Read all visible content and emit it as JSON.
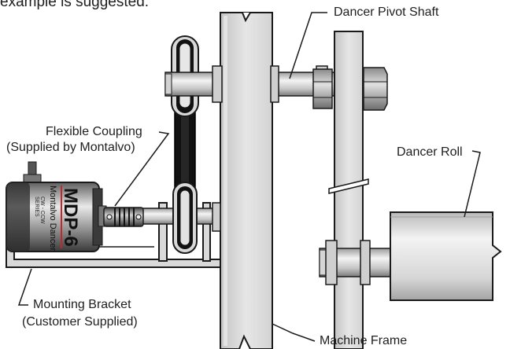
{
  "intro_text": "example is suggested.",
  "labels": {
    "dancer_pivot_shaft": "Dancer Pivot Shaft",
    "flexible_coupling": "Flexible Coupling",
    "flexible_coupling_note": "(Supplied by Montalvo)",
    "dancer_roll": "Dancer Roll",
    "mounting_bracket": "Mounting Bracket",
    "mounting_bracket_note": "(Customer Supplied)",
    "machine_frame": "Machine Frame"
  },
  "sensor": {
    "model": "MDP-6",
    "brand_text": "Montalvo Dancer",
    "small_text": [
      "CW - CCW",
      "SERIES"
    ]
  },
  "colors": {
    "metal_light": "#ececec",
    "metal_mid": "#bdbdbd",
    "metal_dark": "#5a5a5a",
    "outline": "#1a1a1a",
    "belt": "#111111",
    "accent_red": "#c0282d"
  }
}
